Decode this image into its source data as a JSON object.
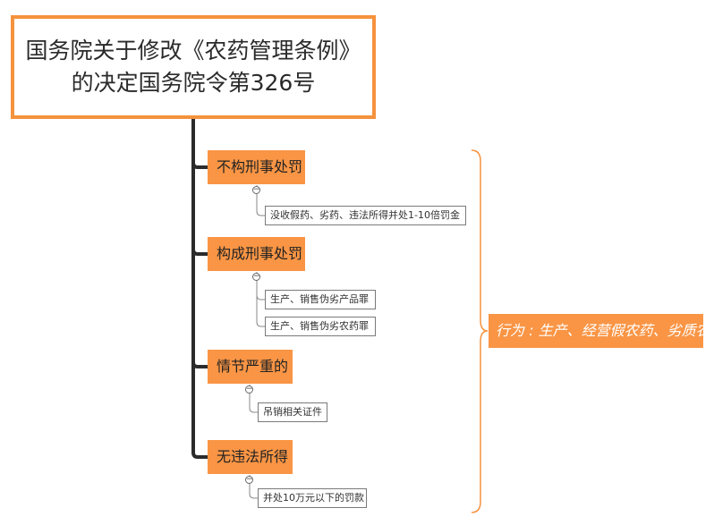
{
  "root": {
    "line1": "国务院关于修改《农药管理条例》",
    "line2": "的决定国务院令第326号"
  },
  "topics": [
    {
      "label": "不构刑事处罚",
      "children": [
        "没收假药、劣药、违法所得并处1-10倍罚金"
      ]
    },
    {
      "label": "构成刑事处罚",
      "children": [
        "生产、销售伪劣产品罪",
        "生产、销售伪劣农药罪"
      ]
    },
    {
      "label": "情节严重的",
      "children": [
        "吊销相关证件"
      ]
    },
    {
      "label": "无违法所得",
      "children": [
        "并处10万元以下的罚款"
      ]
    }
  ],
  "summary": {
    "label": "行为 : 生产、经营假农药、劣质农药"
  },
  "icons": {
    "collapse": "collapse-minus-icon"
  },
  "colors": {
    "accent": "#f5923e",
    "topic_fill": "#f99545",
    "trunk": "#2b2b2b"
  }
}
